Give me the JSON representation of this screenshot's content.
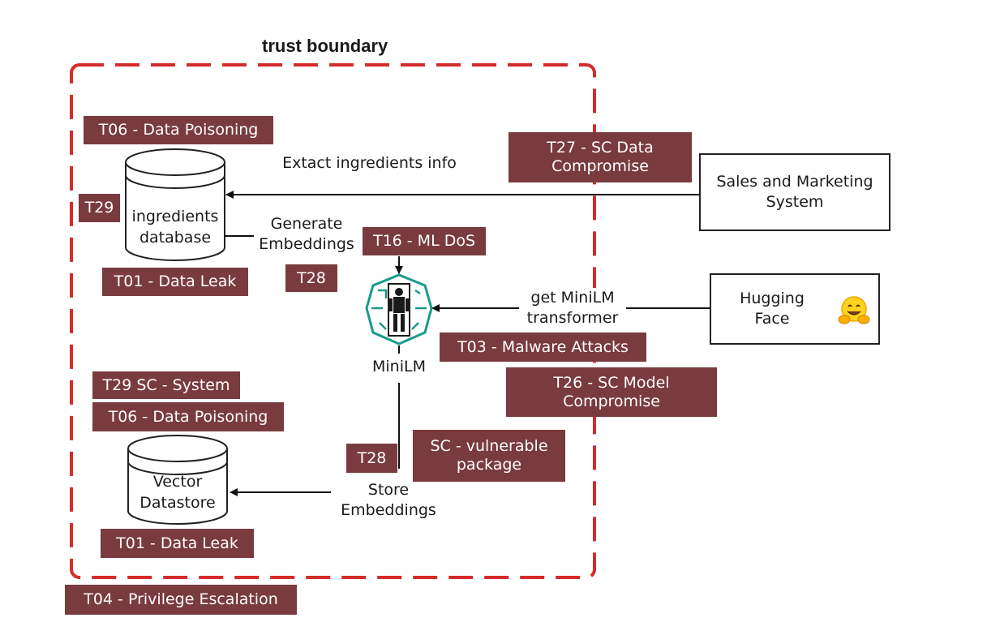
{
  "boundary": {
    "title": "trust boundary"
  },
  "nodes": {
    "ingredients_db": "ingredients\ndatabase",
    "vector_db": "Vector\nDatastore",
    "minilm": "MiniLM",
    "sales": "Sales and Marketing\nSystem",
    "hugging": "Hugging\nFace"
  },
  "edges": {
    "extract": "Extact ingredients info",
    "generate": "Generate\nEmbeddings",
    "get_minilm": "get MiniLM\ntransformer",
    "store": "Store\nEmbeddings"
  },
  "threats": {
    "t06_top": "T06 - Data Poisoning",
    "t29_top": "T29",
    "t01_top": "T01 - Data Leak",
    "t28_top": "T28",
    "t16": "T16 - ML DoS",
    "t27": "T27 - SC Data\nCompromise",
    "t03": "T03 - Malware Attacks",
    "t26": "T26 - SC Model\nCompromise",
    "t29_sc": "T29 SC - System",
    "t06_bottom": "T06 - Data Poisoning",
    "t28_bottom": "T28",
    "sc_vuln": "SC - vulnerable\npackage",
    "t01_bottom": "T01 - Data Leak",
    "t04": "T04 - Privilege Escalation"
  },
  "colors": {
    "boundary": "#d42b2b",
    "threat_fill": "#7a3b3e",
    "icon_teal": "#1a9a8a"
  },
  "icons": {
    "minilm": "robot-icon",
    "hugging": "hugging-face-emoji-icon"
  }
}
